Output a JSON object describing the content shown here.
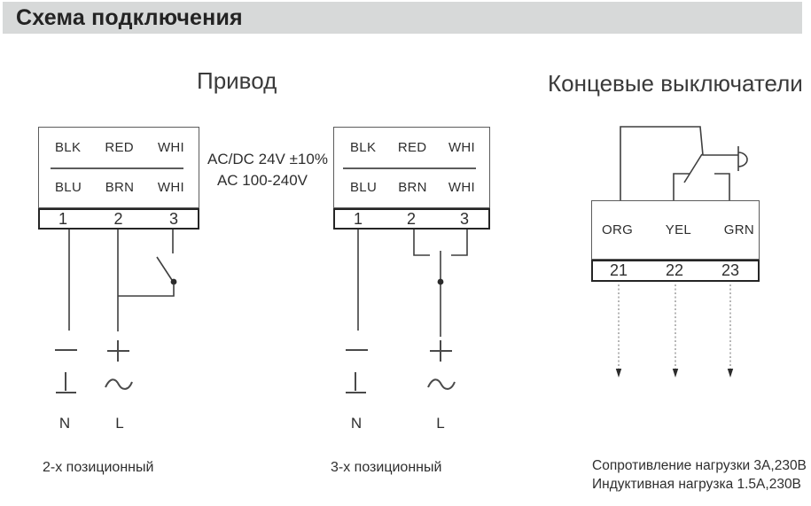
{
  "header": {
    "title": "Схема подключения"
  },
  "titles": {
    "actuator": "Привод",
    "limit_switches": "Концевые выключатели"
  },
  "power_note": {
    "line1": "AC/DC 24V ±10%",
    "line2": "AC 100-240V"
  },
  "two_position": {
    "row1": [
      "BLK",
      "RED",
      "WHI"
    ],
    "row2": [
      "BLU",
      "BRN",
      "WHI"
    ],
    "terminals": [
      "1",
      "2",
      "3"
    ],
    "neutral": "N",
    "line": "L",
    "caption": "2-х позиционный"
  },
  "three_position": {
    "row1": [
      "BLK",
      "RED",
      "WHI"
    ],
    "row2": [
      "BLU",
      "BRN",
      "WHI"
    ],
    "terminals": [
      "1",
      "2",
      "3"
    ],
    "neutral": "N",
    "line": "L",
    "caption": "3-х позиционный"
  },
  "limit_switches": {
    "labels": [
      "ORG",
      "YEL",
      "GRN"
    ],
    "terminals": [
      "21",
      "22",
      "23"
    ],
    "load_note_line1": "Сопротивление нагрузки 3А,230В",
    "load_note_line2": "Индуктивная нагрузка 1.5А,230В"
  },
  "colors": {
    "header_bg": "#d7d9d9",
    "line": "#3f3f3f",
    "text": "#333333"
  }
}
